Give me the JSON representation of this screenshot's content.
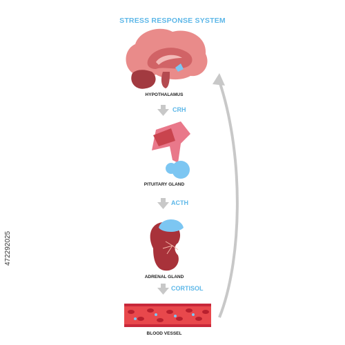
{
  "title": "STRESS RESPONSE SYSTEM",
  "organs": {
    "hypothalamus": "HYPOTHALAMUS",
    "pituitary": "PITUITARY GLAND",
    "adrenal": "ADRENAL GLAND",
    "vessel": "BLOOD VESSEL"
  },
  "hormones": {
    "crh": "CRH",
    "acth": "ACTH",
    "cortisol": "CORTISOL"
  },
  "stock_id": "472292025",
  "colors": {
    "accent": "#5db7e8",
    "brain": "#e98b8a",
    "brain_dark": "#a23a40",
    "pituitary": "#e9788a",
    "gland_blue": "#7cc6f2",
    "kidney": "#a8323a",
    "vessel_outer": "#c8283a",
    "vessel_inner": "#e8484c",
    "arrow_gray": "#c8c8c8"
  }
}
